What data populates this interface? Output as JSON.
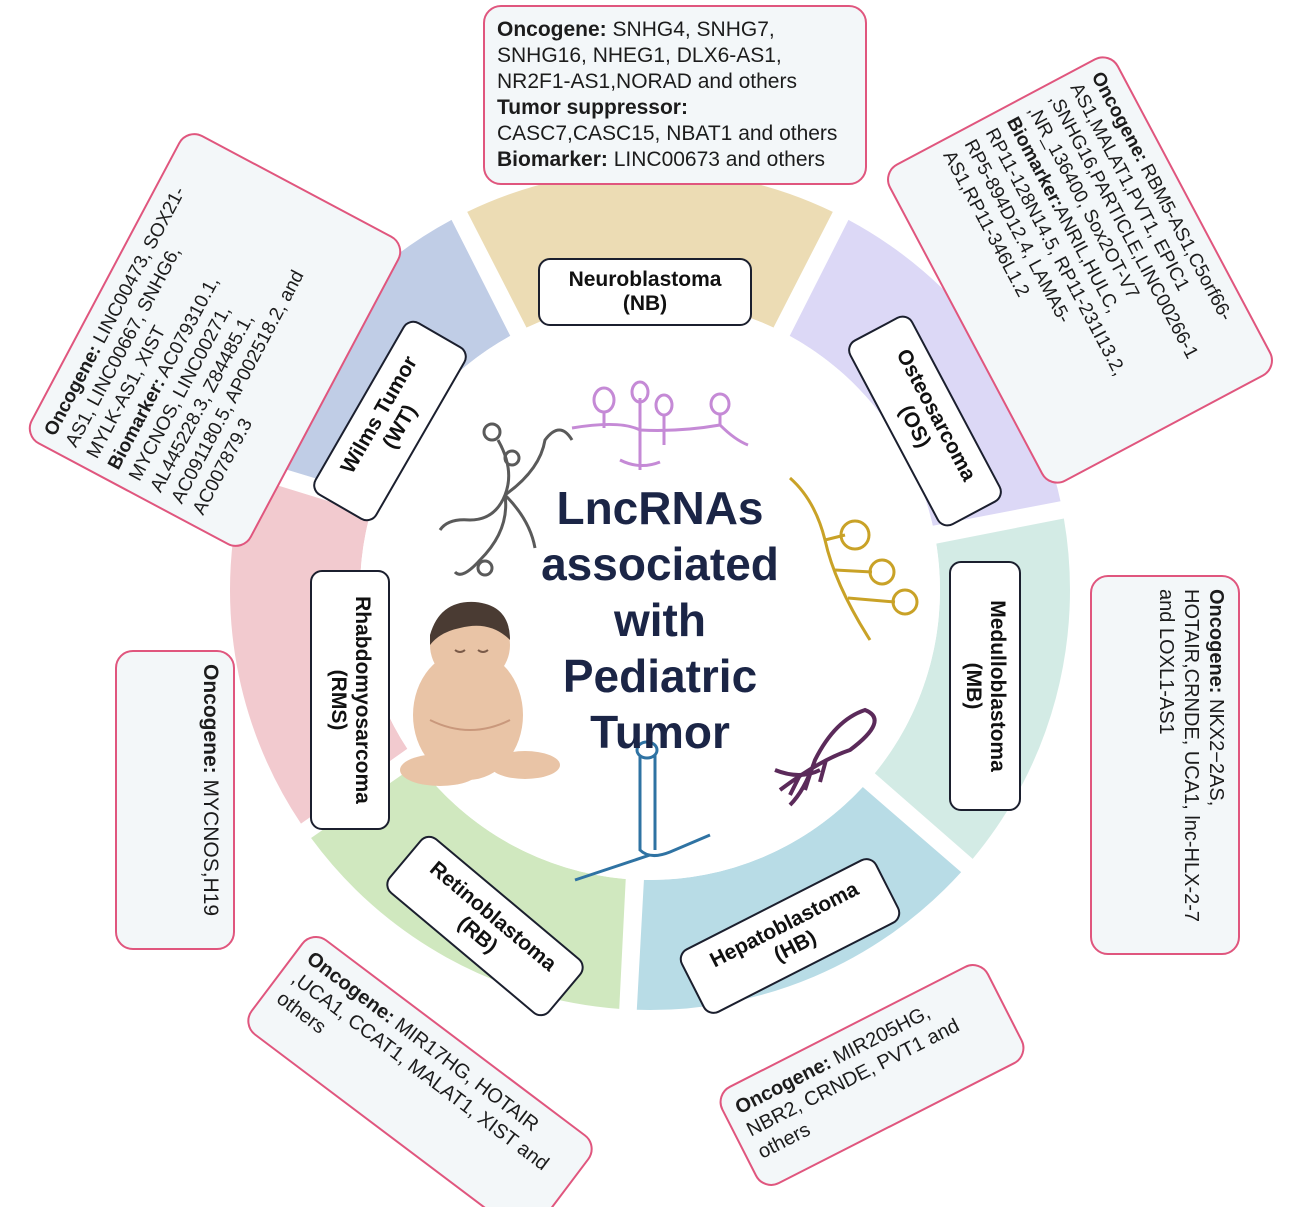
{
  "center": {
    "title_lines": [
      "LncRNAs",
      "associated",
      "with",
      "Pediatric",
      "Tumor"
    ]
  },
  "colors": {
    "NB": "#ecdcb4",
    "OS": "#dcd8f6",
    "MB": "#d3ebe5",
    "HB": "#b8dce6",
    "RB": "#d0e8bf",
    "RMS": "#f2cacf",
    "WT": "#c0cde6",
    "box_border": "#e0567e",
    "label_border": "#1b1f2e",
    "title": "#1b2546"
  },
  "sectors": [
    {
      "key": "NB",
      "name": "Neuroblastoma",
      "abbr": "(NB)"
    },
    {
      "key": "OS",
      "name": "Osteosarcoma",
      "abbr": "(OS)"
    },
    {
      "key": "MB",
      "name": "Medulloblastoma",
      "abbr": "(MB)"
    },
    {
      "key": "HB",
      "name": "Hepatoblastoma",
      "abbr": "(HB)"
    },
    {
      "key": "RB",
      "name": "Retinoblastoma",
      "abbr": "(RB)"
    },
    {
      "key": "RMS",
      "name": "Rhabdomyosarcoma",
      "abbr": "(RMS)"
    },
    {
      "key": "WT",
      "name": "Wilms Tumor",
      "abbr": "(WT)"
    }
  ],
  "boxes": {
    "NB": [
      {
        "k": "Oncogene:",
        "v": " SNHG4, SNHG7,"
      },
      {
        "k": "",
        "v": "SNHG16, NHEG1, DLX6-AS1,"
      },
      {
        "k": "",
        "v": "NR2F1-AS1,NORAD and others"
      },
      {
        "k": "Tumor suppressor:",
        "v": ""
      },
      {
        "k": "",
        "v": "CASC7,CASC15, NBAT1 and others"
      },
      {
        "k": "Biomarker:",
        "v": " LINC00673 and others"
      }
    ],
    "OS": [
      {
        "k": "Oncogene:",
        "v": " RBM5-AS1,C5orf66-"
      },
      {
        "k": "",
        "v": "AS1,MALAT1,PVT1, EPIC1"
      },
      {
        "k": "",
        "v": ",SNHG16,PARTICLE,LINC00266-1"
      },
      {
        "k": "",
        "v": ",NR_136400, Sox2OT-V7"
      },
      {
        "k": "Biomarker:",
        "v": "ANRIL,HULC,"
      },
      {
        "k": "",
        "v": "RP11-128N14.5, RP11-231I13.2,"
      },
      {
        "k": "",
        "v": "RP5-894D12.4, LAMA5-"
      },
      {
        "k": "",
        "v": "AS1,RP11-346L1.2"
      }
    ],
    "MB": [
      {
        "k": "Oncogene:",
        "v": " NKX2−2AS,"
      },
      {
        "k": "",
        "v": "HOTAIR,CRNDE, UCA1, lnc-HLX-2-7"
      },
      {
        "k": "",
        "v": "and LOXL1-AS1"
      }
    ],
    "HB": [
      {
        "k": "Oncogene:",
        "v": " MIR205HG,"
      },
      {
        "k": "",
        "v": "NBR2, CRNDE, PVT1 and"
      },
      {
        "k": "",
        "v": "others"
      }
    ],
    "RB": [
      {
        "k": "Oncogene:",
        "v": " MIR17HG, HOTAIR"
      },
      {
        "k": "",
        "v": ",UCA1, CCAT1, MALAT1, XIST and"
      },
      {
        "k": "",
        "v": "others"
      }
    ],
    "RMS": [
      {
        "k": "Oncogene:",
        "v": " MYCNOS,H19"
      }
    ],
    "WT": [
      {
        "k": "Oncogene:",
        "v": " LINC00473, SOX21-"
      },
      {
        "k": "",
        "v": "AS1, LINC00667, SNHG6,"
      },
      {
        "k": "",
        "v": "MYLK-AS1, XIST"
      },
      {
        "k": "Biomarker:",
        "v": " AC079310.1,"
      },
      {
        "k": "",
        "v": "MYCNOS, LINC00271,"
      },
      {
        "k": "",
        "v": "AL445228.3, Z84485.1,"
      },
      {
        "k": "",
        "v": "AC091180.5, AP002518.2, and"
      },
      {
        "k": "",
        "v": "AC007879.3"
      }
    ]
  }
}
